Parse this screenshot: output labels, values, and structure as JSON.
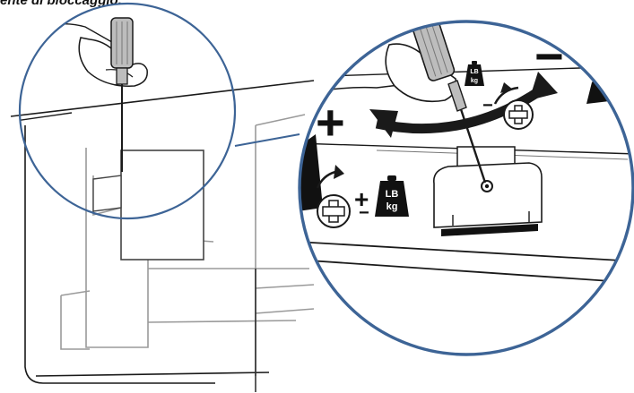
{
  "heading": "ente di bloccaggio.",
  "weight_badge": {
    "top": "LB",
    "bottom": "kg"
  },
  "symbols": {
    "plus": "+",
    "minus": "−"
  },
  "icons": [
    "screwdriver-icon",
    "hand-icon",
    "weight-icon",
    "rotate-arrow-icon",
    "plus-screw-icon"
  ],
  "colors": {
    "callout_circle": "#3d6496",
    "line_art": "#1a1a1a",
    "light_line": "#9a9a9a",
    "fill_dark": "#111111"
  }
}
